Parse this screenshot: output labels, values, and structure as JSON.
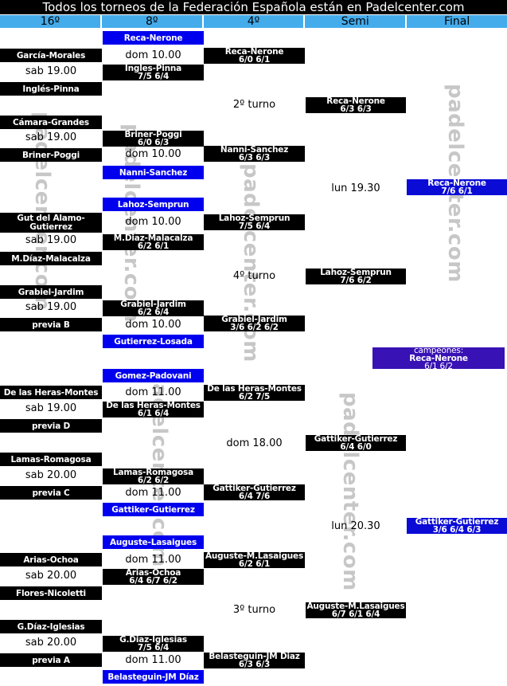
{
  "banner": {
    "text": "Todos los torneos de la Federación Española están en Padelcenter.com"
  },
  "header": {
    "columns": [
      "16º",
      "8º",
      "4º",
      "Semi",
      "Final"
    ]
  },
  "watermark": {
    "text": "padelcenter.com"
  },
  "colors": {
    "banner_bg": "#000000",
    "header_bg": "#45ACEC",
    "team_box_bg": "#000000",
    "seed_box_bg": "#0000EE",
    "final_box_bg": "#0B0BD6",
    "champion_box_bg": "#3812B4",
    "watermark_gray": "#C7C7C7"
  },
  "bracket": {
    "round_of_16": {
      "teams": [
        "García-Morales",
        "Inglés-Pinna",
        "Cámara-Grandes",
        "Briner-Poggi",
        "Gut del Alamo-Gutierrez",
        "M.Díaz-Malacalza",
        "Grabiel-Jardim",
        "previa B",
        "De las Heras-Montes",
        "previa D",
        "Lamas-Romagosa",
        "previa C",
        "Arias-Ochoa",
        "Flores-Nicoletti",
        "G.Díaz-Iglesias",
        "previa A"
      ],
      "match_times": [
        "sab 19.00",
        "sab 19.00",
        "sab 19.00",
        "sab 19.00",
        "sab 19.00",
        "sab 20.00",
        "sab 20.00",
        "sab 20.00"
      ]
    },
    "round_of_8": {
      "seeded_teams": [
        "Reca-Nerone",
        "Nanni-Sanchez",
        "Lahoz-Semprun",
        "Gutierrez-Losada",
        "Gomez-Padovani",
        "Gattiker-Gutierrez",
        "Auguste-Lasaigues",
        "Belasteguin-JM Díaz"
      ],
      "qualifiers": [
        {
          "name": "Ingles-Pinna",
          "score": "7/5 6/4"
        },
        {
          "name": "Briner-Poggi",
          "score": "6/0 6/3"
        },
        {
          "name": "M.Diaz-Malacalza",
          "score": "6/2 6/1"
        },
        {
          "name": "Grabiel-Jardim",
          "score": "6/2 6/4"
        },
        {
          "name": "De las Heras-Montes",
          "score": "6/1 6/4"
        },
        {
          "name": "Lamas-Romagosa",
          "score": "6/2 6/2"
        },
        {
          "name": "Arias-Ochoa",
          "score": "6/4 6/7 6/2"
        },
        {
          "name": "G.Diaz-Iglesias",
          "score": "7/5 6/4"
        }
      ],
      "match_times": [
        "dom 10.00",
        "dom 10.00",
        "dom 10.00",
        "dom 10.00",
        "dom 11.00",
        "dom 11.00",
        "dom 11.00",
        "dom 11.00"
      ]
    },
    "quarterfinals": {
      "winners": [
        {
          "name": "Reca-Nerone",
          "score": "6/0 6/1"
        },
        {
          "name": "Nanni-Sanchez",
          "score": "6/3 6/3"
        },
        {
          "name": "Lahoz-Semprun",
          "score": "7/5 6/4"
        },
        {
          "name": "Grabiel-Jardim",
          "score": "3/6 6/2 6/2"
        },
        {
          "name": "De las Heras-Montes",
          "score": "6/2 7/5"
        },
        {
          "name": "Gattiker-Gutierrez",
          "score": "6/4 7/6"
        },
        {
          "name": "Auguste-M.Lasaigues",
          "score": "6/2 6/1"
        },
        {
          "name": "Belasteguin-JM Diaz",
          "score": "6/3 6/3"
        }
      ],
      "match_labels": [
        "2º turno",
        "4º turno",
        "dom 18.00",
        "3º turno"
      ]
    },
    "semifinals": {
      "winners": [
        {
          "name": "Reca-Nerone",
          "score": "6/3 6/3"
        },
        {
          "name": "Lahoz-Semprun",
          "score": "7/6 6/2"
        },
        {
          "name": "Gattiker-Gutierrez",
          "score": "6/4 6/0"
        },
        {
          "name": "Auguste-M.Lasaigues",
          "score": "6/7 6/1 6/4"
        }
      ],
      "match_labels": [
        "lun 19.30",
        "lun 20.30"
      ]
    },
    "final": {
      "winners": [
        {
          "name": "Reca-Nerone",
          "score": "7/6 6/1"
        },
        {
          "name": "Gattiker-Gutierrez",
          "score": "3/6 6/4 6/3"
        }
      ]
    },
    "champions": {
      "label": "campeones:",
      "name": "Reca-Nerone",
      "score": "6/1 6/2"
    }
  }
}
